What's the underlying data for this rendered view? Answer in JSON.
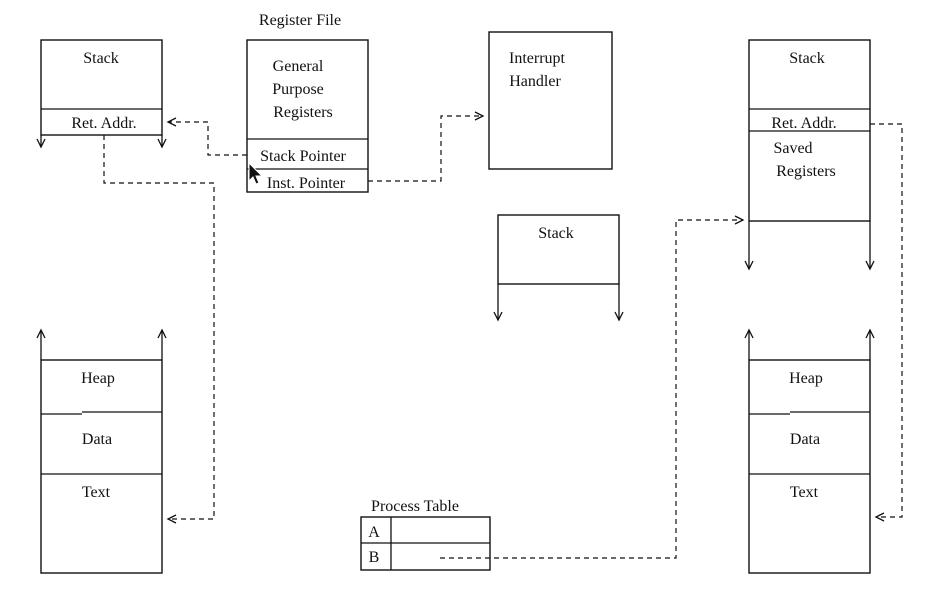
{
  "left_process": {
    "stack_label": "Stack",
    "ret_addr_label": "Ret. Addr.",
    "heap_label": "Heap",
    "data_label": "Data",
    "text_label": "Text"
  },
  "register_file": {
    "title": "Register File",
    "gpr_line1": "General",
    "gpr_line2": "Purpose",
    "gpr_line3": "Registers",
    "stack_pointer_label": "Stack Pointer",
    "inst_pointer_label": "Inst. Pointer"
  },
  "interrupt_handler": {
    "line1": "Interrupt",
    "line2": "Handler"
  },
  "middle_stack": {
    "stack_label": "Stack"
  },
  "process_table": {
    "title": "Process Table",
    "rows": [
      "A",
      "B"
    ]
  },
  "right_process": {
    "stack_label": "Stack",
    "ret_addr_label": "Ret. Addr.",
    "saved_line1": "Saved",
    "saved_line2": "Registers",
    "heap_label": "Heap",
    "data_label": "Data",
    "text_label": "Text"
  }
}
